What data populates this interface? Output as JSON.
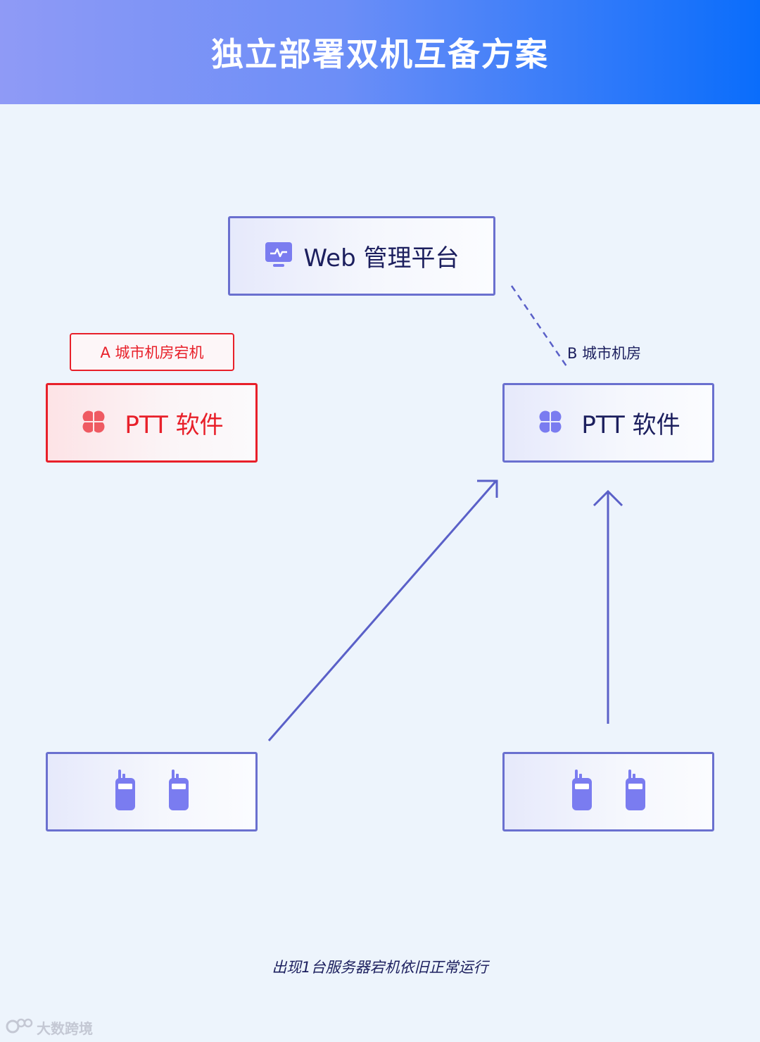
{
  "title": "独立部署双机互备方案",
  "web_platform": {
    "label": "Web 管理平台",
    "icon": "monitor-icon"
  },
  "site_a": {
    "tag": "A 城市机房宕机",
    "software_label": "PTT 软件",
    "status_color": "#e8202a"
  },
  "site_b": {
    "tag": "B 城市机房",
    "software_label": "PTT 软件"
  },
  "terminals_left": {
    "icons": [
      "walkie-talkie-icon",
      "walkie-talkie-icon"
    ]
  },
  "terminals_right": {
    "icons": [
      "walkie-talkie-icon",
      "walkie-talkie-icon"
    ]
  },
  "caption": "出现1台服务器宕机依旧正常运行",
  "watermark": "大数跨境",
  "colors": {
    "accent": "#6a70cf",
    "text": "#1c1f5e",
    "failure": "#e8202a",
    "icon": "#7a7cf0"
  }
}
